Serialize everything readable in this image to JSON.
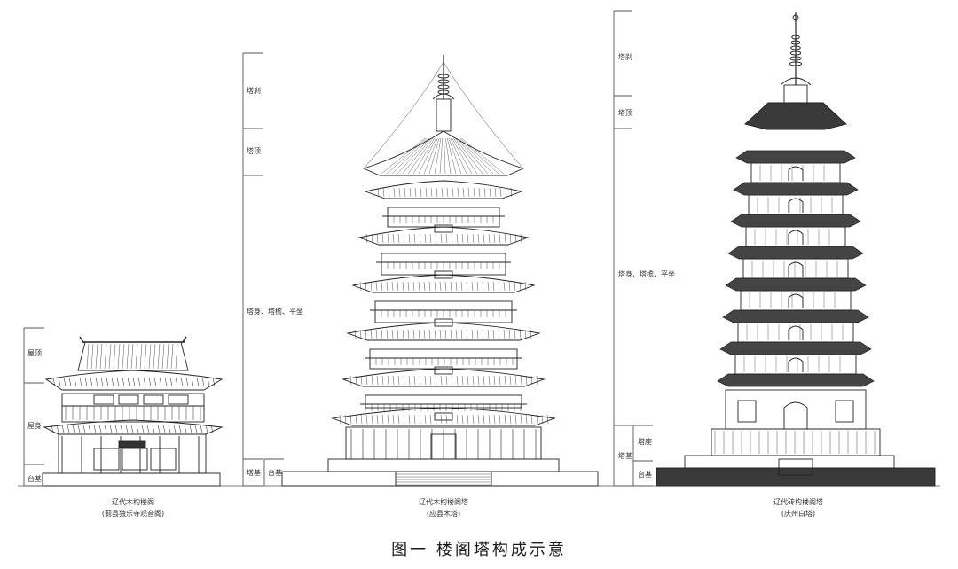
{
  "figure": {
    "caption": "图一   楼阁塔构成示意",
    "buildings": [
      {
        "id": "left",
        "name": "辽代木构楼阁",
        "location": "(蓟县独乐寺观音阁)",
        "levels": [
          "屋顶",
          "屋身",
          "台基"
        ]
      },
      {
        "id": "middle",
        "name": "辽代木构楼阁塔",
        "location": "(应县木塔)",
        "levels": [
          "塔刹",
          "塔顶",
          "塔身、塔檐、平坐",
          "塔基",
          "台基"
        ]
      },
      {
        "id": "right",
        "name": "辽代砖构楼阁塔",
        "location": "(庆州白塔)",
        "levels": [
          "塔刹",
          "塔顶",
          "塔身、塔檐、平坐",
          "塔座",
          "塔基",
          "台基"
        ]
      }
    ]
  }
}
